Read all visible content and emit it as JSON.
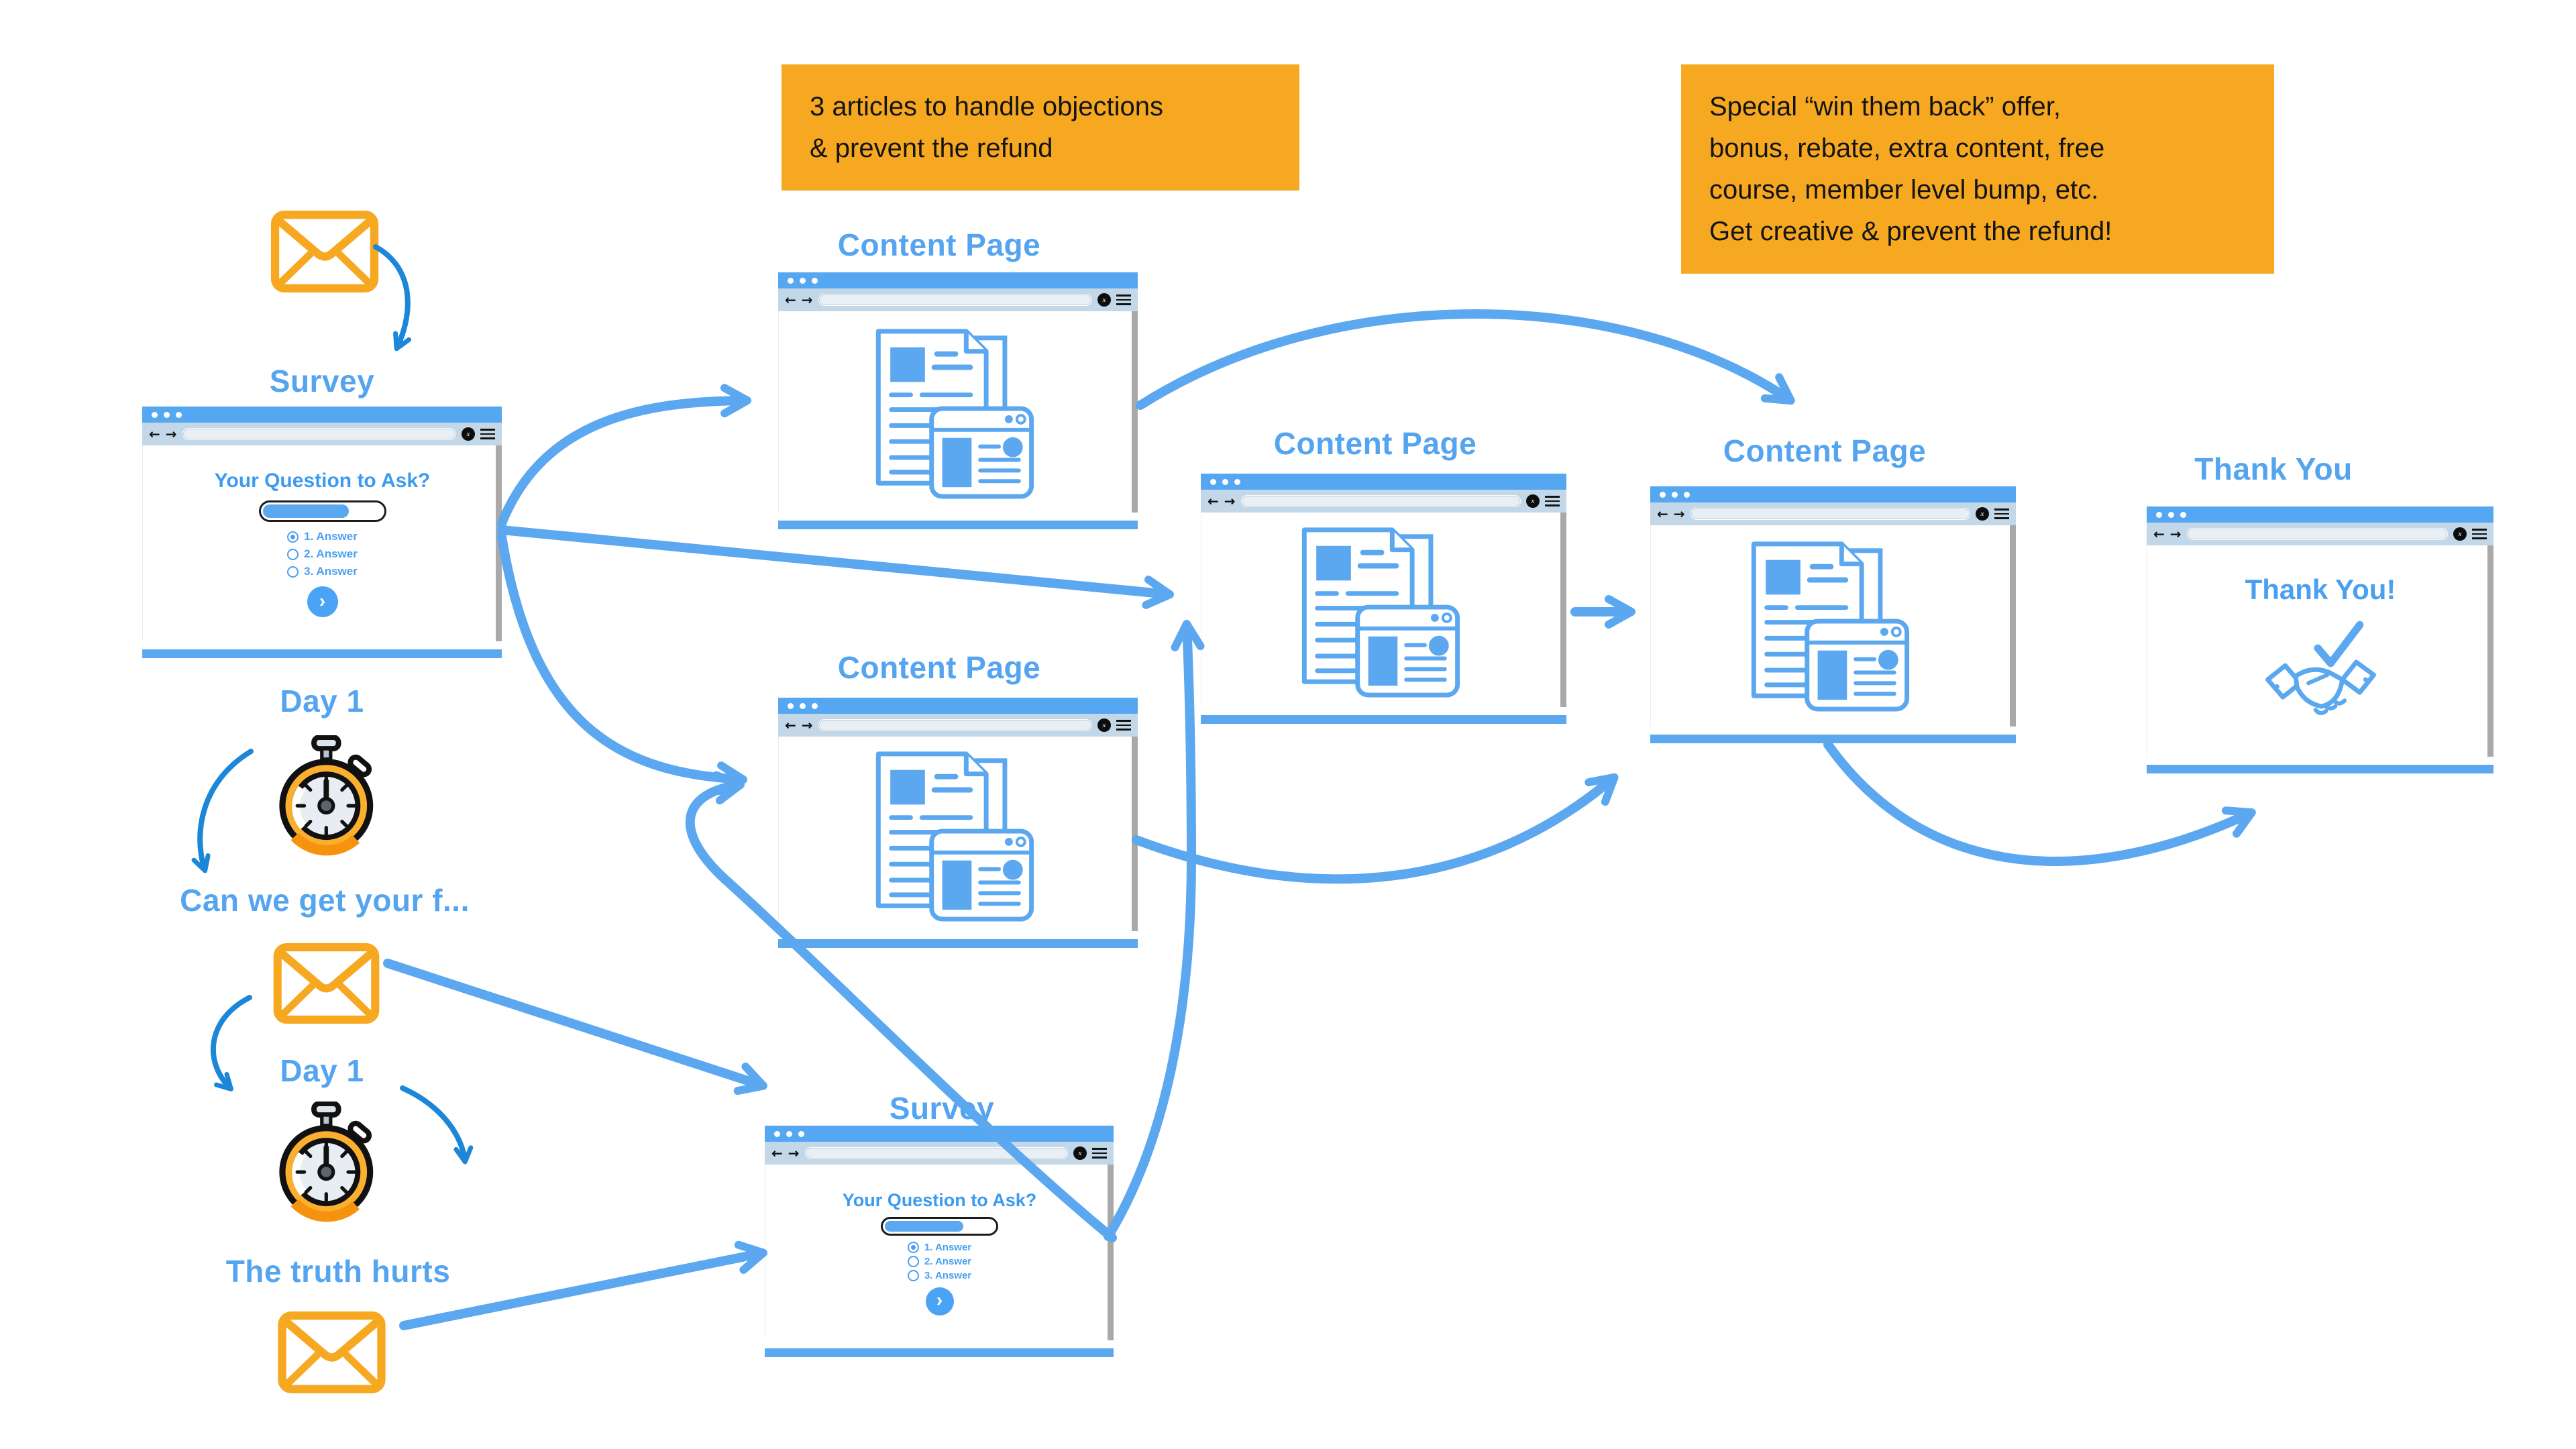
{
  "colors": {
    "accent_blue": "#55a4f0",
    "arrow_blue": "#5ba7f0",
    "dark_arrow_blue": "#1c86d8",
    "orange": "#f6a821",
    "note_text": "#141414",
    "titlebar_blue": "#55a7f2",
    "toolbar_gray": "#c2d8e8"
  },
  "notes": {
    "objections": {
      "full_text": "3 articles to handle objections & prevent the refund",
      "lines": [
        "3 articles to handle objections",
        "& prevent the refund"
      ]
    },
    "winback": {
      "full_text": "Special “win them back” offer, bonus, rebate, extra content, free course, member level bump, etc. Get creative & prevent the refund!",
      "lines": [
        "Special “win them back” offer,",
        "bonus, rebate, extra content, free",
        "course, member level bump, etc.",
        "Get creative & prevent the refund!"
      ]
    }
  },
  "labels": {
    "survey1": "Survey",
    "day1_first": "Day 1",
    "feedback_email": "Can we get your f...",
    "day1_second": "Day 1",
    "truth_email": "The truth hurts",
    "content_page_1": "Content Page",
    "content_page_2": "Content Page",
    "survey2": "Survey",
    "content_page_mid": "Content Page",
    "content_page_right": "Content Page",
    "thank_you": "Thank You"
  },
  "survey": {
    "question": "Your Question to Ask?",
    "answers": [
      "1. Answer",
      "2. Answer",
      "3. Answer"
    ]
  },
  "thank_you_page": {
    "message": "Thank You!"
  },
  "icons": {
    "envelope": "email-message",
    "stopwatch": "wait-timer",
    "handshake_check": "deal-complete",
    "document": "article-content",
    "next_arrow": "submit-next",
    "close": "close-window",
    "menu": "browser-menu"
  }
}
